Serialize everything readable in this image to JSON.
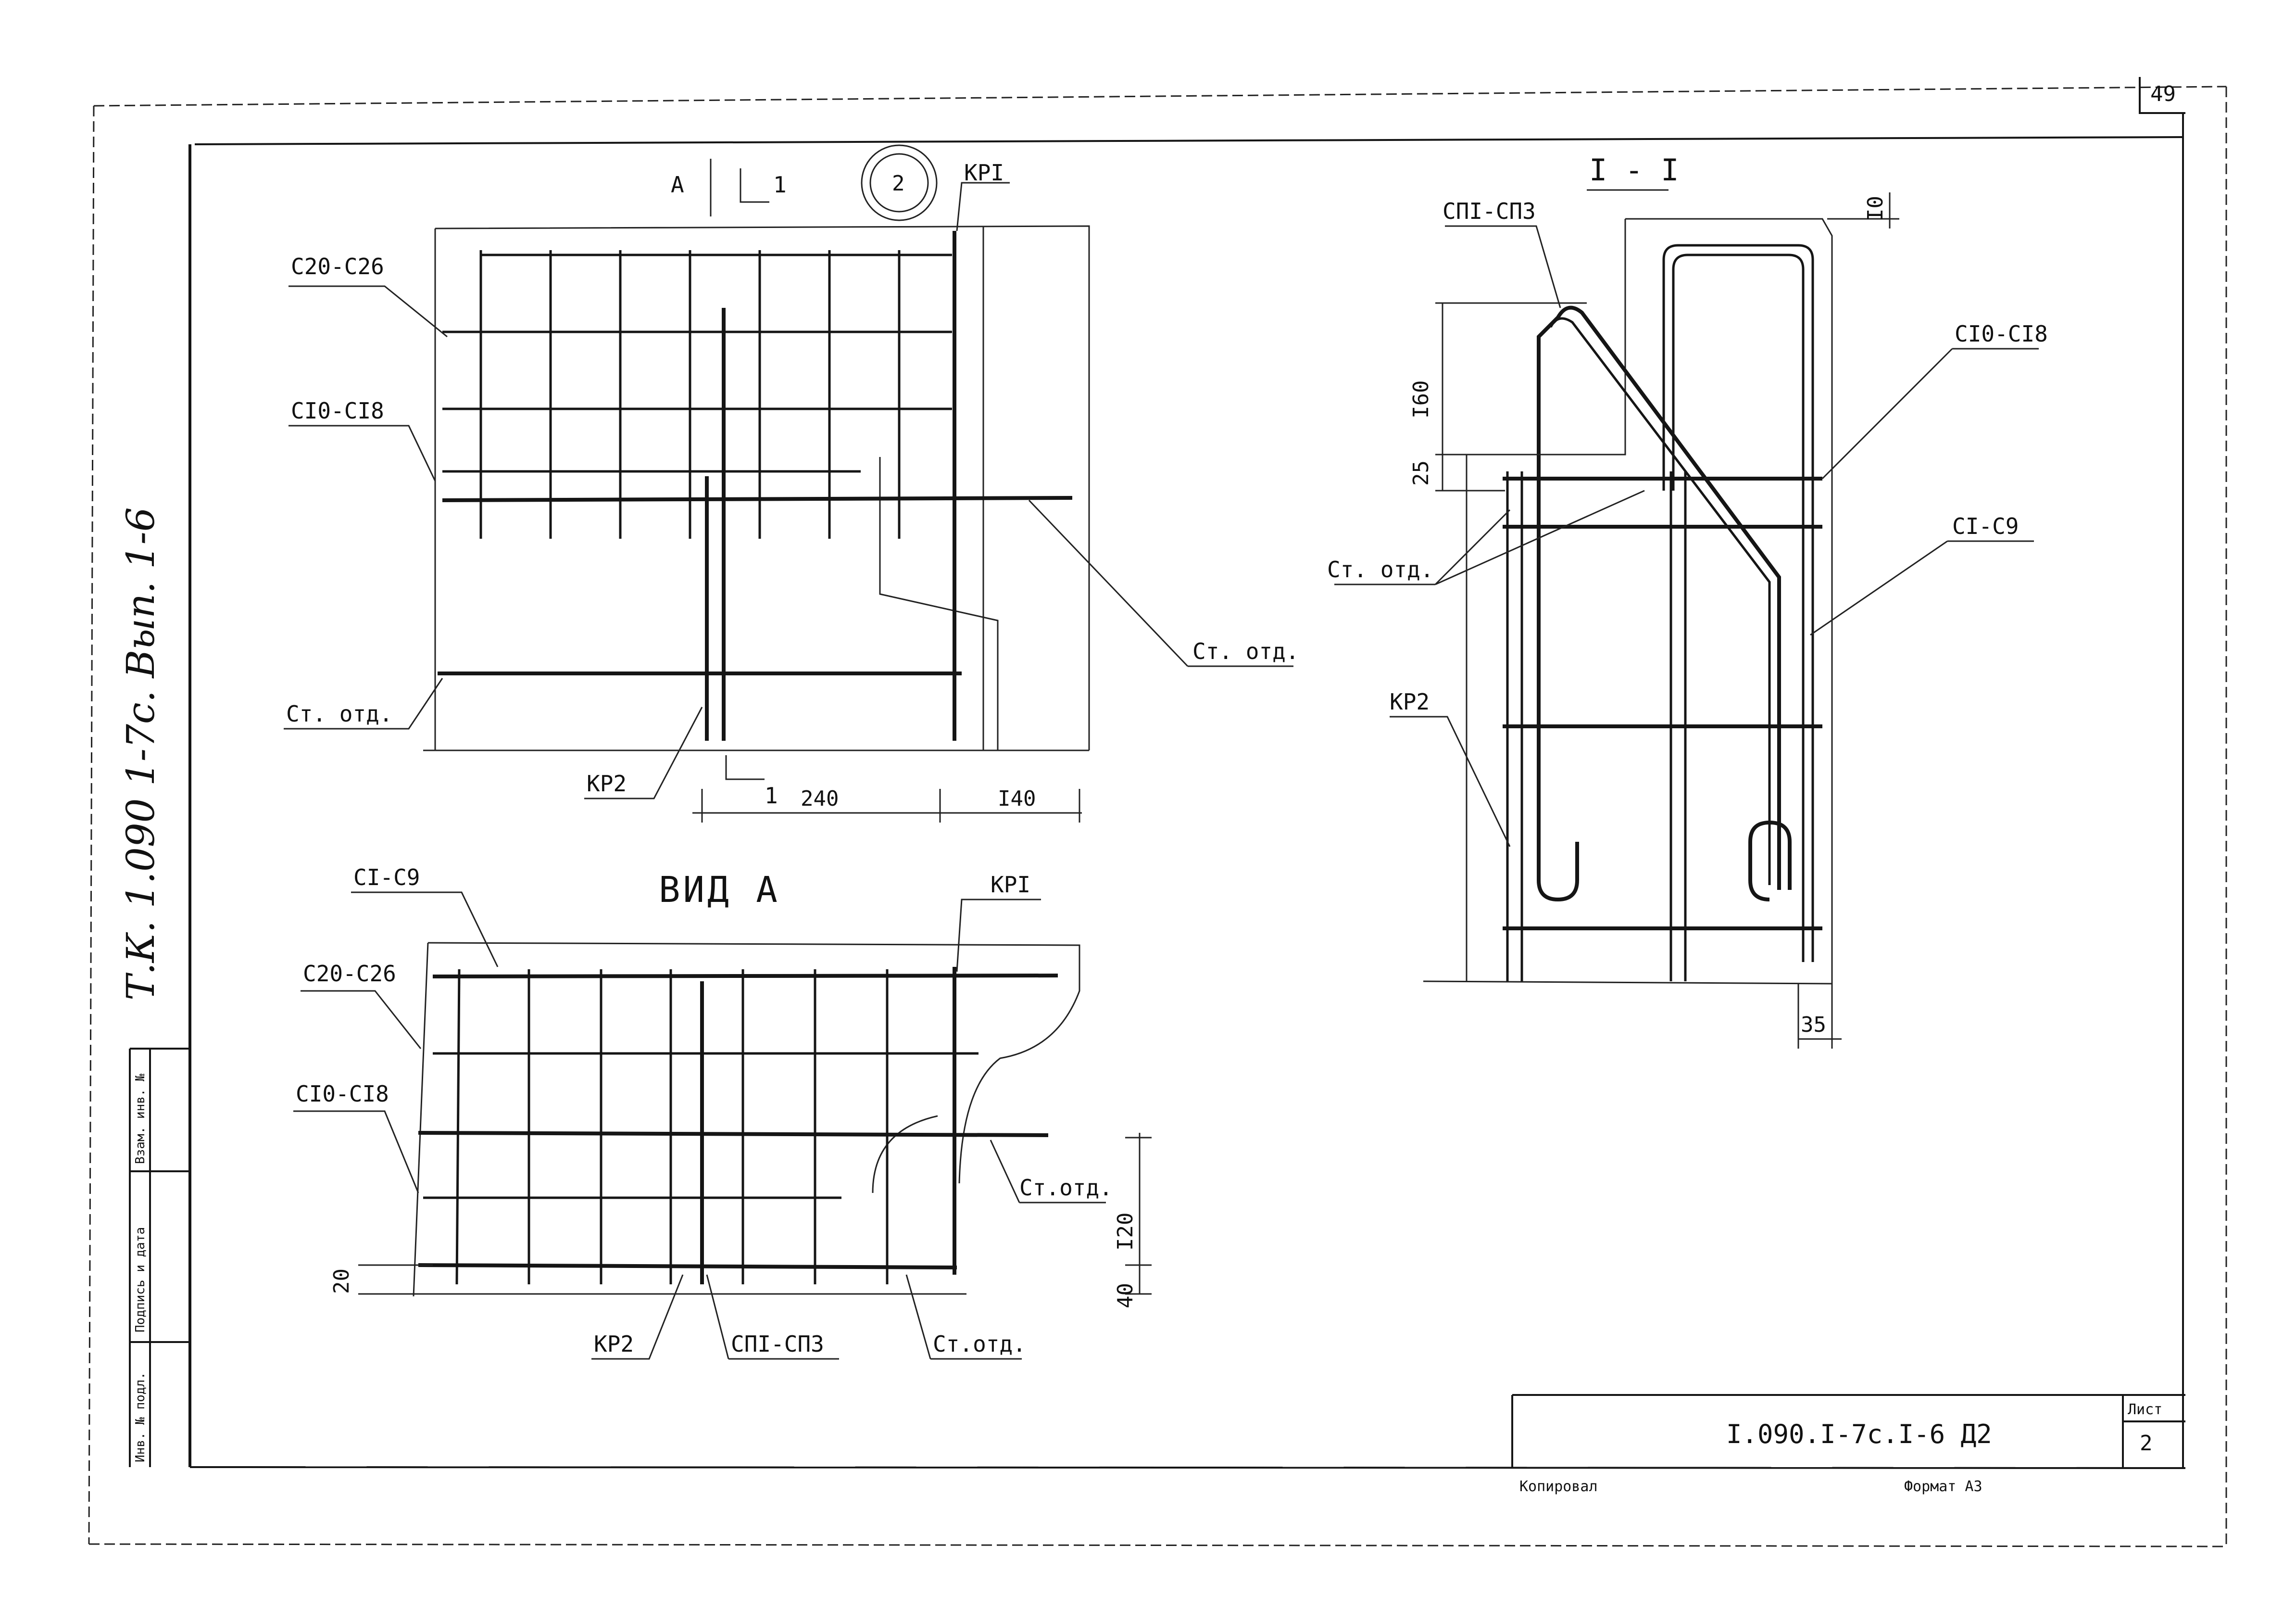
{
  "sheet_number_top": "49",
  "side_inscription": "Т.К. 1.090 1-7с. Вып. 1-6",
  "stamp_cells": [
    "Инв. № подл.",
    "Подпись и дата",
    "Взам. инв. №"
  ],
  "title_block": {
    "designation": "I.090.I-7c.I-6 Д2",
    "sheet_label": "Лист",
    "sheet_number": "2",
    "footer_left": "Копировал",
    "footer_right": "Формат А3"
  },
  "view1": {
    "circle_number": "2",
    "section_mark_a": "А",
    "section_mark_1": "1",
    "section_mark_1_bottom": "1",
    "label_kp1": "КРI",
    "label_c20": "С20-С26",
    "label_c10": "СI0-СI8",
    "label_st_left": "Ст. отд.",
    "label_st_right": "Ст. отд.",
    "label_kp2": "КР2",
    "dim_240": "240",
    "dim_140": "I40"
  },
  "view_a": {
    "title": "ВИД А",
    "label_c1": "СI-С9",
    "label_kp1": "КРI",
    "label_c20": "С20-С26",
    "label_c10": "СI0-СI8",
    "label_st_right": "Ст.отд.",
    "label_st_bottom": "Ст.отд.",
    "label_kp2": "КР2",
    "label_sp": "СПI-СПЗ",
    "dim_20": "20",
    "dim_120": "I20",
    "dim_40": "40"
  },
  "section11": {
    "title": "I - I",
    "label_sp": "СПI-СПЗ",
    "label_c10": "СI0-СI8",
    "label_c1": "СI-С9",
    "label_st": "Ст. отд.",
    "label_kp2": "КР2",
    "dim_10": "I0",
    "dim_160": "I60",
    "dim_25": "25",
    "dim_35": "35"
  }
}
